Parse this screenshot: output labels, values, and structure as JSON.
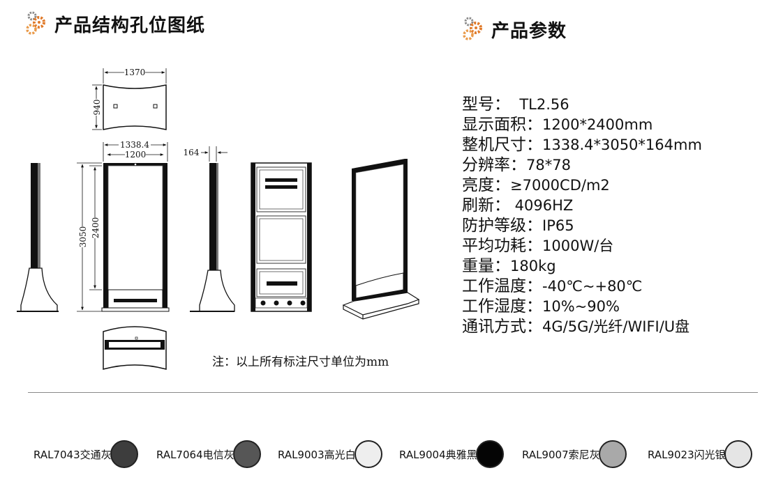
{
  "headings": {
    "left": "产品结构孔位图纸",
    "right": "产品参数"
  },
  "icons": {
    "heading_icon": "gear-cluster-icon"
  },
  "dimensions": {
    "top_width": "1370",
    "top_depth": "940",
    "front_outer_width": "1338.4",
    "front_inner_width": "1200",
    "total_height": "3050",
    "screen_height": "2400",
    "side_depth": "164"
  },
  "note": "注：以上所有标注尺寸单位为mm",
  "specs": [
    {
      "label": "型号：",
      "value": "  TL2.56"
    },
    {
      "label": "显示面积：",
      "value": "1200*2400mm"
    },
    {
      "label": "整机尺寸：",
      "value": "1338.4*3050*164mm"
    },
    {
      "label": "分辨率：",
      "value": "78*78"
    },
    {
      "label": "亮度：",
      "value": "≥7000CD/m2"
    },
    {
      "label": "刷新：",
      "value": " 4096HZ"
    },
    {
      "label": "防护等级：",
      "value": "IP65"
    },
    {
      "label": "平均功耗：",
      "value": "1000W/台"
    },
    {
      "label": "重量：",
      "value": "180kg"
    },
    {
      "label": "工作温度：",
      "value": "-40℃~+80℃"
    },
    {
      "label": "工作湿度：",
      "value": "10%~90%"
    },
    {
      "label": "通讯方式：",
      "value": "4G/5G/光纤/WIFI/U盘"
    }
  ],
  "colors": [
    {
      "label": "RAL7043交通灰",
      "hex": "#3d3d3d"
    },
    {
      "label": "RAL7064电信灰",
      "hex": "#565656"
    },
    {
      "label": "RAL9003高光白",
      "hex": "#eeeeee"
    },
    {
      "label": "RAL9004典雅黑",
      "hex": "#050505"
    },
    {
      "label": "RAL9007索尼灰",
      "hex": "#a9a9a9"
    },
    {
      "label": "RAL9023闪光银",
      "hex": "#e5e5e5"
    }
  ]
}
